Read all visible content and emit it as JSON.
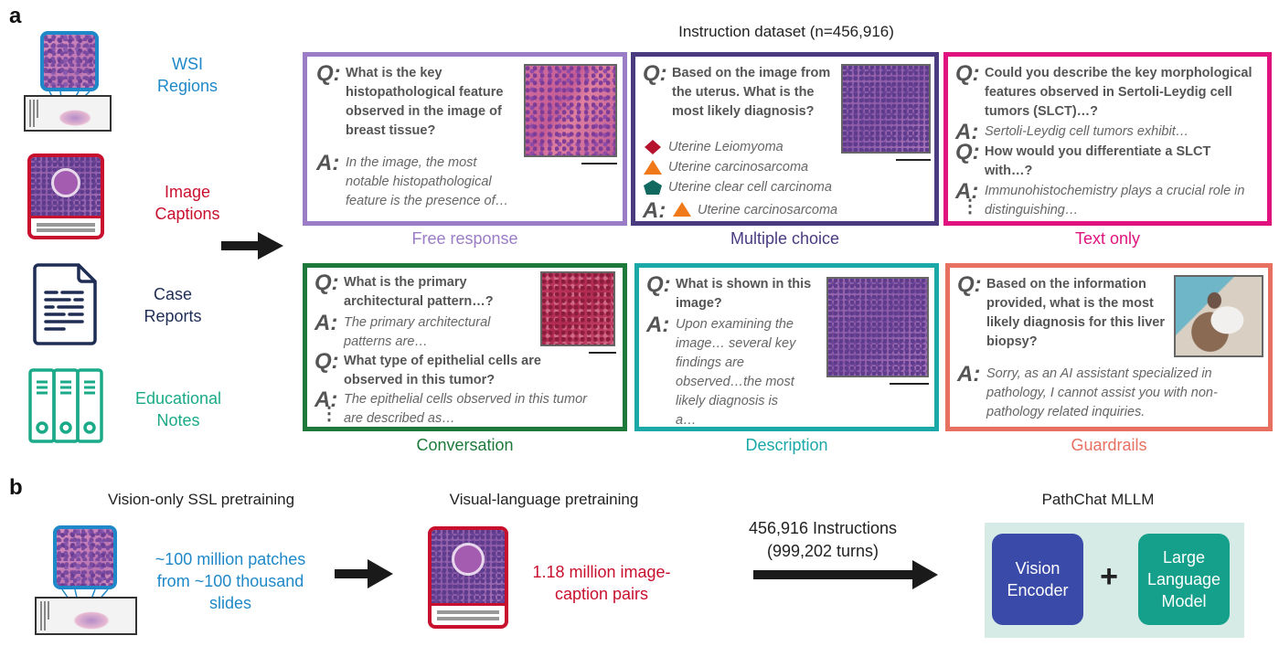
{
  "panel_a": {
    "letter": "a",
    "title": "Instruction dataset (n=456,916)",
    "sources": [
      {
        "label_line1": "WSI",
        "label_line2": "Regions",
        "icon": "wsi-slide-icon",
        "color": "#1e88c8"
      },
      {
        "label_line1": "Image",
        "label_line2": "Captions",
        "icon": "image-caption-icon",
        "color": "#c8102e"
      },
      {
        "label_line1": "Case",
        "label_line2": "Reports",
        "icon": "document-icon",
        "color": "#1f2d55"
      },
      {
        "label_line1": "Educational",
        "label_line2": "Notes",
        "icon": "binders-icon",
        "color": "#1aaa88"
      }
    ],
    "cards": {
      "free_response": {
        "caption": "Free response",
        "color": "#9b7cc6",
        "q": "What is the key histopathological feature observed in the image of breast tissue?",
        "a": "In the image, the most notable histopathological feature is the presence of…"
      },
      "multiple_choice": {
        "caption": "Multiple choice",
        "color": "#4a3b80",
        "q": "Based on the image from the uterus. What is the most likely diagnosis?",
        "options": [
          {
            "shape": "diamond",
            "color": "#b5122e",
            "text": "Uterine Leiomyoma"
          },
          {
            "shape": "triangle",
            "color": "#f07a1a",
            "text": "Uterine carcinosarcoma"
          },
          {
            "shape": "pentagon",
            "color": "#10685f",
            "text": "Uterine clear cell carcinoma"
          }
        ],
        "a": "Uterine carcinosarcoma"
      },
      "text_only": {
        "caption": "Text only",
        "color": "#e0137e",
        "q1": "Could you describe the key morphological features observed in Sertoli-Leydig cell tumors (SLCT)…?",
        "a1": "Sertoli-Leydig cell tumors exhibit…",
        "q2": "How would you differentiate a SLCT with…?",
        "a2": "Immunohistochemistry plays a crucial role in distinguishing…"
      },
      "conversation": {
        "caption": "Conversation",
        "color": "#1e7a3a",
        "q1": "What is the primary architectural pattern…?",
        "a1": "The primary architectural patterns are…",
        "q2": "What type of epithelial cells are observed in this tumor?",
        "a2": "The epithelial cells observed in this tumor are described as…"
      },
      "description": {
        "caption": "Description",
        "color": "#1aa8a8",
        "q": "What is shown in this image?",
        "a": "Upon examining the image… several key findings are observed…the most likely diagnosis is a…"
      },
      "guardrails": {
        "caption": "Guardrails",
        "color": "#e87060",
        "q": "Based on the information provided, what is the most likely diagnosis for this liver biopsy?",
        "a": "Sorry, as an AI assistant specialized in pathology, I cannot assist you with non-pathology related inquiries."
      }
    },
    "q_mark": "Q:",
    "a_mark": "A:",
    "ellipsis_vertical": "⋮"
  },
  "panel_b": {
    "letter": "b",
    "stage1": {
      "title": "Vision-only SSL pretraining",
      "text_line1": "~100 million patches",
      "text_line2": "from ~100 thousand",
      "text_line3": "slides",
      "color": "#1e88c8"
    },
    "stage2": {
      "title": "Visual-language pretraining",
      "text_line1": "1.18 million image-",
      "text_line2": "caption pairs",
      "color": "#c8102e"
    },
    "stage3": {
      "arrow_line1": "456,916 Instructions",
      "arrow_line2": "(999,202 turns)"
    },
    "model": {
      "title": "PathChat MLLM",
      "encoder_line1": "Vision",
      "encoder_line2": "Encoder",
      "plus": "+",
      "llm_line1": "Large",
      "llm_line2": "Language",
      "llm_line3": "Model",
      "encoder_color": "#3a4aa8",
      "llm_color": "#14a08a",
      "bg_color": "#d6ebe6"
    }
  }
}
